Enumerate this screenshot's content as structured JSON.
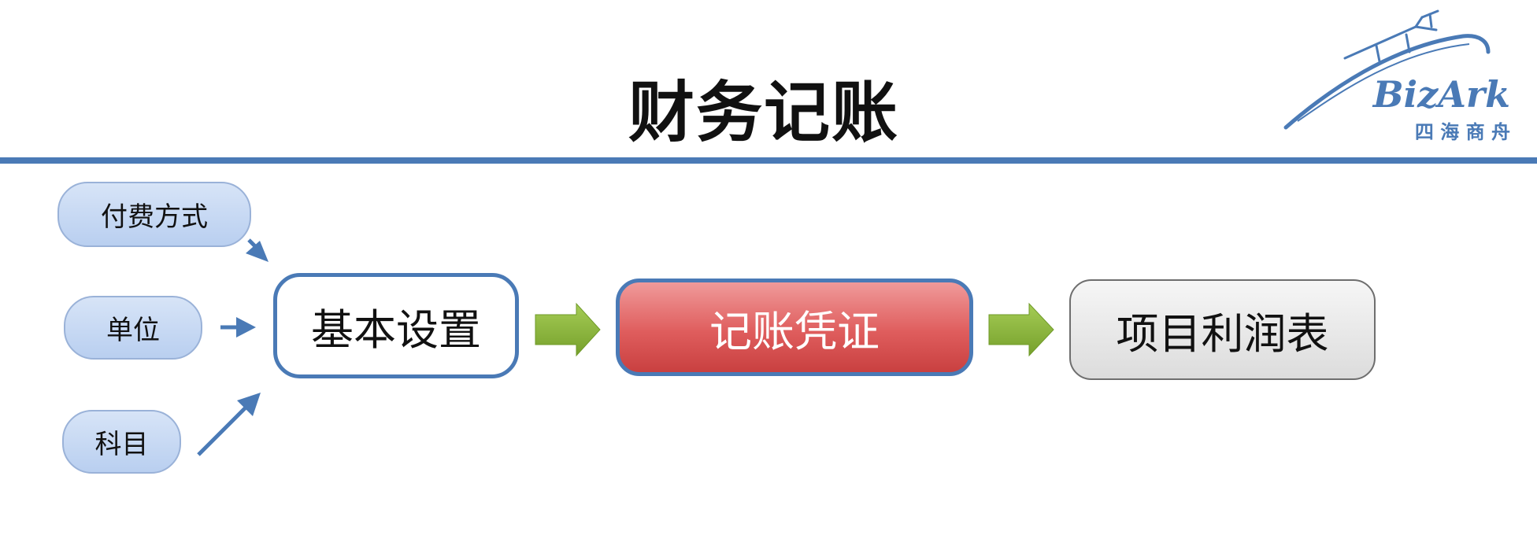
{
  "title": "财务记账",
  "logo": {
    "brand": "BizArk",
    "subtitle": "四 海 商 舟"
  },
  "inputs": [
    {
      "label": "付费方式"
    },
    {
      "label": "单位"
    },
    {
      "label": "科目"
    }
  ],
  "flow": [
    {
      "label": "基本设置"
    },
    {
      "label": "记账凭证"
    },
    {
      "label": "项目利润表"
    }
  ],
  "colors": {
    "accent_blue": "#4a7ab6",
    "pill_fill": "#c6d8f3",
    "highlight_red": "#dc5a5a",
    "arrow_green": "#8bb43c",
    "report_gray": "#e4e4e4"
  }
}
